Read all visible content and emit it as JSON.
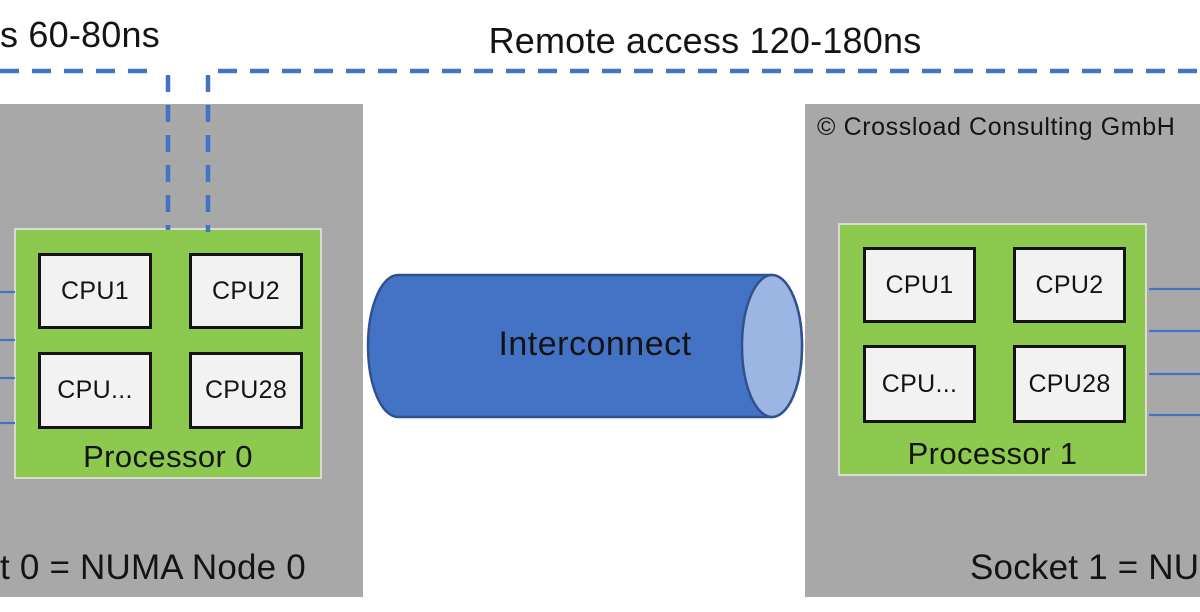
{
  "annotations": {
    "local_access_label": "s 60-80ns",
    "remote_access_label": "Remote access 120-180ns",
    "copyright": "© Crossload Consulting GmbH"
  },
  "interconnect": {
    "label": "Interconnect"
  },
  "sockets": [
    {
      "caption": "t 0 = NUMA Node 0",
      "processor_label": "Processor 0",
      "cpus": [
        "CPU1",
        "CPU2",
        "CPU...",
        "CPU28"
      ]
    },
    {
      "caption": "Socket 1 = NU",
      "processor_label": "Processor 1",
      "cpus": [
        "CPU1",
        "CPU2",
        "CPU...",
        "CPU28"
      ]
    }
  ],
  "colors": {
    "socket_fill": "#A8A8A8",
    "processor_fill": "#8DC94F",
    "cpu_fill": "#F2F2F2",
    "line_blue": "#4472C4",
    "cylinder_body": "#4472C4",
    "cylinder_cap": "#9DB5E2",
    "cylinder_outline": "#2F528F",
    "text": "#141414"
  }
}
